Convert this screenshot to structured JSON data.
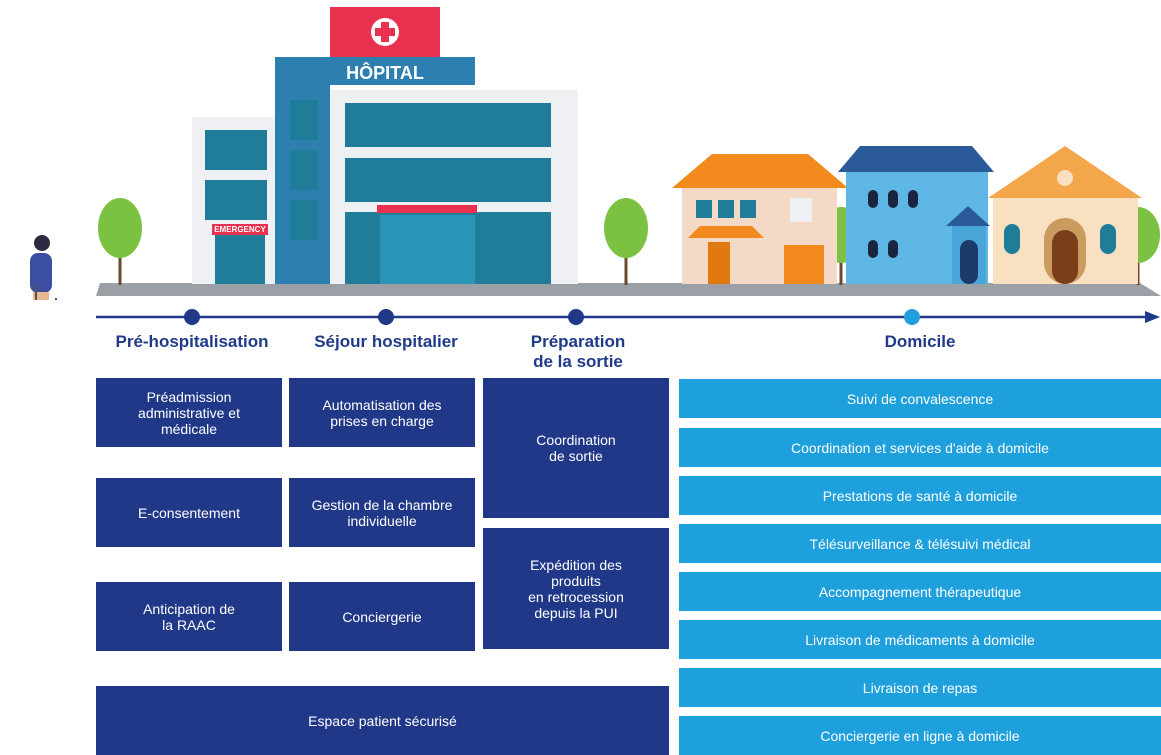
{
  "hospital": {
    "sign": "HÔPITAL",
    "emergency": "EMERGENCY"
  },
  "stages": [
    {
      "label": "Pré-hospitalisation"
    },
    {
      "label": "Séjour hospitalier"
    },
    {
      "label": "Préparation\nde la sortie"
    },
    {
      "label": "Domicile"
    }
  ],
  "prehosp": [
    "Préadmission\nadministrative et\nmédicale",
    "E-consentement",
    "Anticipation de\nla RAAC"
  ],
  "sejour": [
    "Automatisation des\nprises en charge",
    "Gestion de la chambre\nindividuelle",
    "Conciergerie"
  ],
  "sortie": [
    "Coordination\nde sortie",
    "Expédition des\nproduits\nen retrocession\ndepuis la PUI"
  ],
  "espace": "Espace patient sécurisé",
  "domicile": [
    "Suivi de convalescence",
    "Coordination et services d'aide à domicile",
    "Prestations de santé à domicile",
    "Télésurveillance & télésuivi médical",
    "Accompagnement thérapeutique",
    "Livraison de médicaments à domicile",
    "Livraison de repas",
    "Conciergerie en ligne à domicile"
  ],
  "colors": {
    "dark": "#203887",
    "light": "#1ea0dc",
    "accent": "#e8304f"
  }
}
